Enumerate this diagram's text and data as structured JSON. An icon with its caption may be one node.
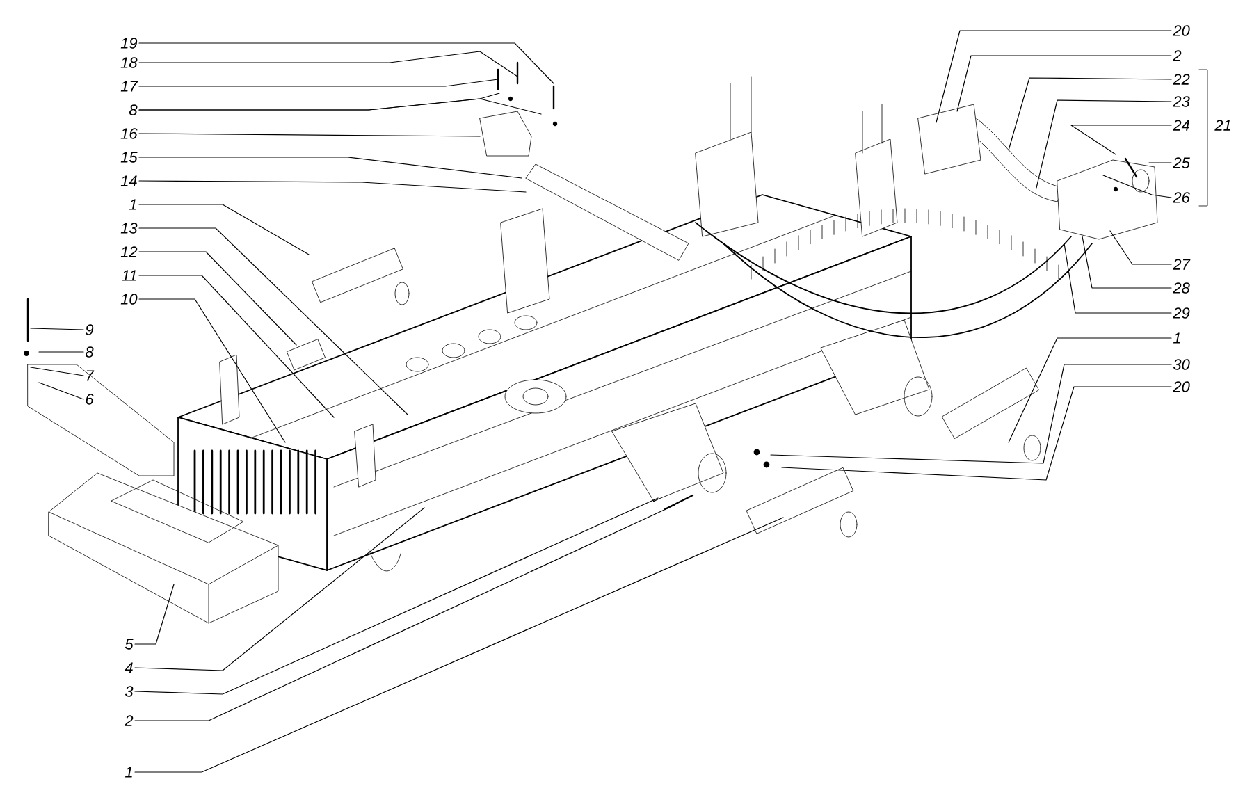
{
  "diagram": {
    "nodes": [
      {
        "text": [
          "19"
        ]
      },
      {
        "text": [
          "18"
        ]
      },
      {
        "text": [
          "17"
        ]
      },
      {
        "text": [
          "8"
        ]
      },
      {
        "text": [
          "16"
        ]
      },
      {
        "text": [
          "15"
        ]
      },
      {
        "text": [
          "14"
        ]
      },
      {
        "text": [
          "1"
        ]
      },
      {
        "text": [
          "13"
        ]
      },
      {
        "text": [
          "12"
        ]
      },
      {
        "text": [
          "11"
        ]
      },
      {
        "text": [
          "10"
        ]
      },
      {
        "text": [
          "9"
        ]
      },
      {
        "text": [
          "8"
        ]
      },
      {
        "text": [
          "7"
        ]
      },
      {
        "text": [
          "6"
        ]
      },
      {
        "text": [
          "5"
        ]
      },
      {
        "text": [
          "4"
        ]
      },
      {
        "text": [
          "3"
        ]
      },
      {
        "text": [
          "2"
        ]
      },
      {
        "text": [
          "1"
        ]
      },
      {
        "text": [
          "20"
        ]
      },
      {
        "text": [
          "2"
        ]
      },
      {
        "text": [
          "22"
        ]
      },
      {
        "text": [
          "23"
        ]
      },
      {
        "text": [
          "24"
        ]
      },
      {
        "text": [
          "25"
        ]
      },
      {
        "text": [
          "26"
        ]
      },
      {
        "text": [
          "27"
        ]
      },
      {
        "text": [
          "28"
        ]
      },
      {
        "text": [
          "29"
        ]
      },
      {
        "text": [
          "1"
        ]
      },
      {
        "text": [
          "30"
        ]
      },
      {
        "text": [
          "20"
        ]
      }
    ],
    "edges": [
      {
        "from": 0,
        "to": null,
        "arrow": "none"
      },
      {
        "from": 1,
        "to": null,
        "arrow": "none"
      },
      {
        "from": 2,
        "to": null,
        "arrow": "none"
      },
      {
        "from": 3,
        "to": null,
        "arrow": "none"
      },
      {
        "from": 3,
        "to": null,
        "arrow": "none"
      },
      {
        "from": 4,
        "to": null,
        "arrow": "none"
      },
      {
        "from": 5,
        "to": null,
        "arrow": "none"
      },
      {
        "from": 6,
        "to": null,
        "arrow": "none"
      },
      {
        "from": 7,
        "to": null,
        "arrow": "none"
      },
      {
        "from": 8,
        "to": null,
        "arrow": "none"
      },
      {
        "from": 9,
        "to": null,
        "arrow": "none"
      },
      {
        "from": 10,
        "to": null,
        "arrow": "none"
      },
      {
        "from": 11,
        "to": null,
        "arrow": "none"
      },
      {
        "from": 12,
        "to": null,
        "arrow": "none"
      },
      {
        "from": 13,
        "to": null,
        "arrow": "none"
      },
      {
        "from": 14,
        "to": null,
        "arrow": "none"
      },
      {
        "from": 15,
        "to": null,
        "arrow": "none"
      },
      {
        "from": 16,
        "to": null,
        "arrow": "none"
      },
      {
        "from": 17,
        "to": null,
        "arrow": "none"
      },
      {
        "from": 18,
        "to": null,
        "arrow": "none"
      },
      {
        "from": 19,
        "to": null,
        "arrow": "none"
      },
      {
        "from": 20,
        "to": null,
        "arrow": "none"
      },
      {
        "from": 21,
        "to": null,
        "arrow": "none"
      },
      {
        "from": 22,
        "to": null,
        "arrow": "none"
      },
      {
        "from": 23,
        "to": null,
        "arrow": "none"
      },
      {
        "from": 24,
        "to": null,
        "arrow": "none"
      },
      {
        "from": 25,
        "to": null,
        "arrow": "none"
      },
      {
        "from": 26,
        "to": null,
        "arrow": "none"
      },
      {
        "from": 27,
        "to": null,
        "arrow": "none"
      },
      {
        "from": 28,
        "to": null,
        "arrow": "none"
      },
      {
        "from": 29,
        "to": null,
        "arrow": "none"
      },
      {
        "from": 30,
        "to": null,
        "arrow": "none"
      },
      {
        "from": 31,
        "to": null,
        "arrow": "none"
      },
      {
        "from": 32,
        "to": null,
        "arrow": "none"
      },
      {
        "from": 33,
        "to": null,
        "arrow": "none"
      }
    ],
    "labels": [
      "21"
    ]
  }
}
